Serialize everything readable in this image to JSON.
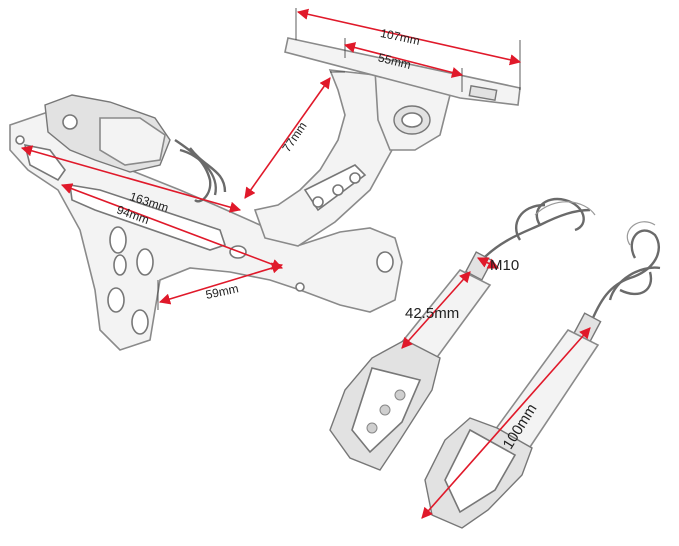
{
  "colors": {
    "dimension_line": "#e0192a",
    "part_outline": "#8a8a8a",
    "background": "#ffffff"
  },
  "dimensions": {
    "plate_width": "107mm",
    "bracket_width": "55mm",
    "arm_length": "77mm",
    "frame_length": "163mm",
    "slot_length": "94mm",
    "hole_spacing": "59mm",
    "thread": "M10",
    "signal_body": "42.5mm",
    "signal_length": "100mm"
  }
}
